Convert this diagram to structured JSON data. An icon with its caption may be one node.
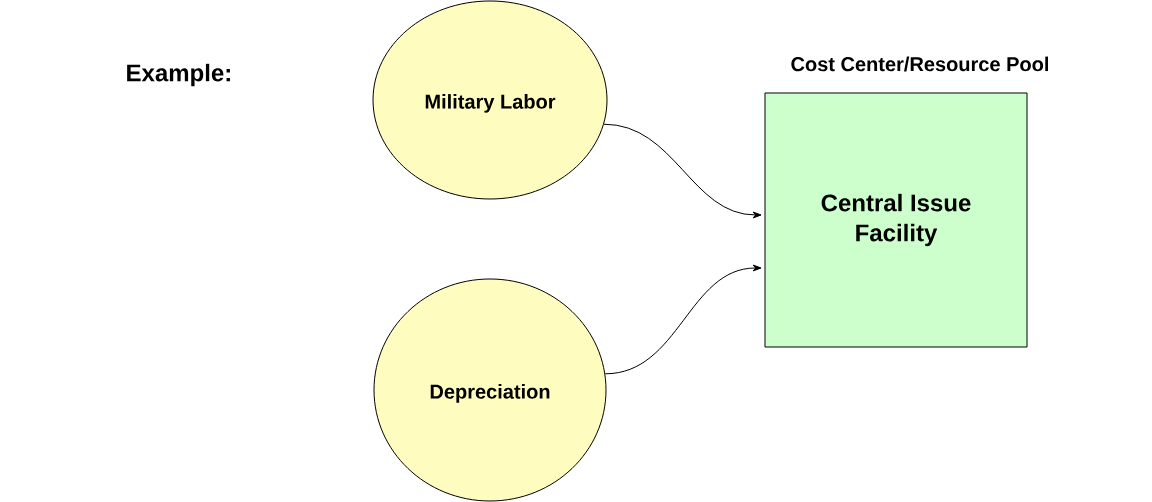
{
  "diagram": {
    "nodes": [
      {
        "text": [
          "Military Labor"
        ]
      },
      {
        "text": [
          "Depreciation"
        ]
      },
      {
        "text": [
          "Cost Center/Resource Pool",
          "Central Issue Facility"
        ]
      }
    ],
    "edges": [
      {
        "from": 0,
        "to": 2,
        "arrow": "to"
      },
      {
        "from": 1,
        "to": 2,
        "arrow": "to"
      }
    ],
    "labels": [
      "Example:"
    ]
  }
}
